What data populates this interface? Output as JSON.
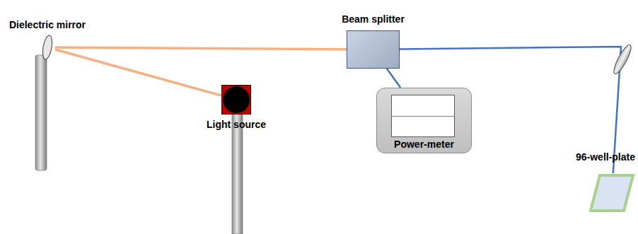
{
  "diagram": {
    "nodes": [
      {
        "text": [
          "Dielectric mirror"
        ]
      },
      {
        "text": [
          "Beam splitter"
        ]
      },
      {
        "text": [
          "Light source"
        ]
      },
      {
        "text": [
          "Power-meter"
        ]
      },
      {
        "text": [
          "96-well-plate"
        ]
      }
    ],
    "edges": [
      {
        "from": 2,
        "to": 0,
        "arrow": "none"
      },
      {
        "from": 0,
        "to": 1,
        "arrow": "none"
      },
      {
        "from": 1,
        "to": 3,
        "arrow": "none"
      },
      {
        "from": 1,
        "to": 4,
        "arrow": "none"
      }
    ]
  }
}
